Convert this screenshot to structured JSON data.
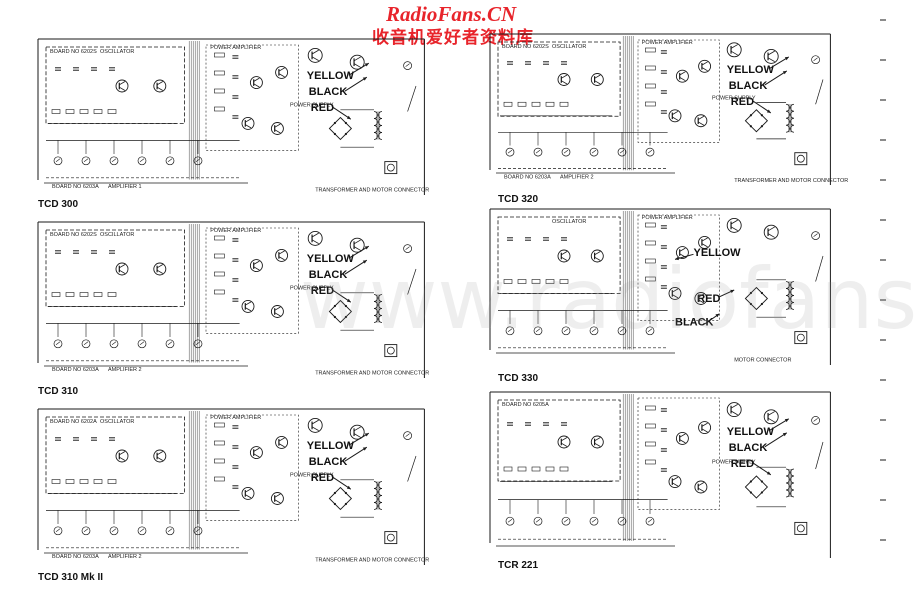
{
  "header": {
    "site_name": "RadioFans.CN",
    "site_tagline": "收音机爱好者资料库"
  },
  "colors": {
    "ink": "#1a1a1a",
    "header_red": "#e8242b",
    "paper": "#ffffff"
  },
  "wire_colors": {
    "yellow": "YELLOW",
    "black": "BLACK",
    "red": "RED"
  },
  "panels": [
    {
      "model": "TCD 300",
      "labels": {
        "board": "BOARD NO 6202S",
        "oscillator": "OSCILLATOR",
        "amp_board": "BOARD NO 6203A",
        "amplifier": "AMPLIFIER 1",
        "power_amp": "POWER AMPLIFIER",
        "power_supply": "POWER SUPPLY",
        "transformer": "TRANSFORMER AND MOTOR CONNECTOR"
      }
    },
    {
      "model": "TCD 310",
      "labels": {
        "board": "BOARD NO 6202S",
        "oscillator": "OSCILLATOR",
        "amp_board": "BOARD NO 6203A",
        "amplifier": "AMPLIFIER 2",
        "power_amp": "POWER AMPLIFIER",
        "power_supply": "POWER SUPPLY",
        "transformer": "TRANSFORMER AND MOTOR CONNECTOR"
      }
    },
    {
      "model": "TCD 310 Mk II",
      "labels": {
        "board": "BOARD NO 6202A",
        "oscillator": "OSCILLATOR",
        "amp_board": "BOARD NO 6203A",
        "amplifier": "AMPLIFIER 2",
        "power_amp": "POWER AMPLIFIER",
        "power_supply": "POWER SUPPLY",
        "transformer": "TRANSFORMER AND MOTOR CONNECTOR"
      }
    },
    {
      "model": "TCD 320",
      "labels": {
        "board": "BOARD NO 6202S",
        "oscillator": "OSCILLATOR",
        "amp_board": "BOARD NO 6203A",
        "amplifier": "AMPLIFIER 2",
        "power_amp": "POWER AMPLIFIER",
        "power_supply": "POWER SUPPLY",
        "transformer": "TRANSFORMER AND MOTOR CONNECTOR"
      }
    },
    {
      "model": "TCD 330",
      "labels": {
        "board": "",
        "oscillator": "OSCILLATOR",
        "amp_board": "",
        "amplifier": "",
        "power_amp": "POWER AMPLIFIER",
        "power_supply": "",
        "transformer": "MOTOR CONNECTOR"
      }
    },
    {
      "model": "TCR 221",
      "labels": {
        "board": "BOARD NO 6205A",
        "oscillator": "",
        "amp_board": "",
        "amplifier": "",
        "power_amp": "",
        "power_supply": "POWER SUPPLY",
        "transformer": ""
      }
    }
  ]
}
